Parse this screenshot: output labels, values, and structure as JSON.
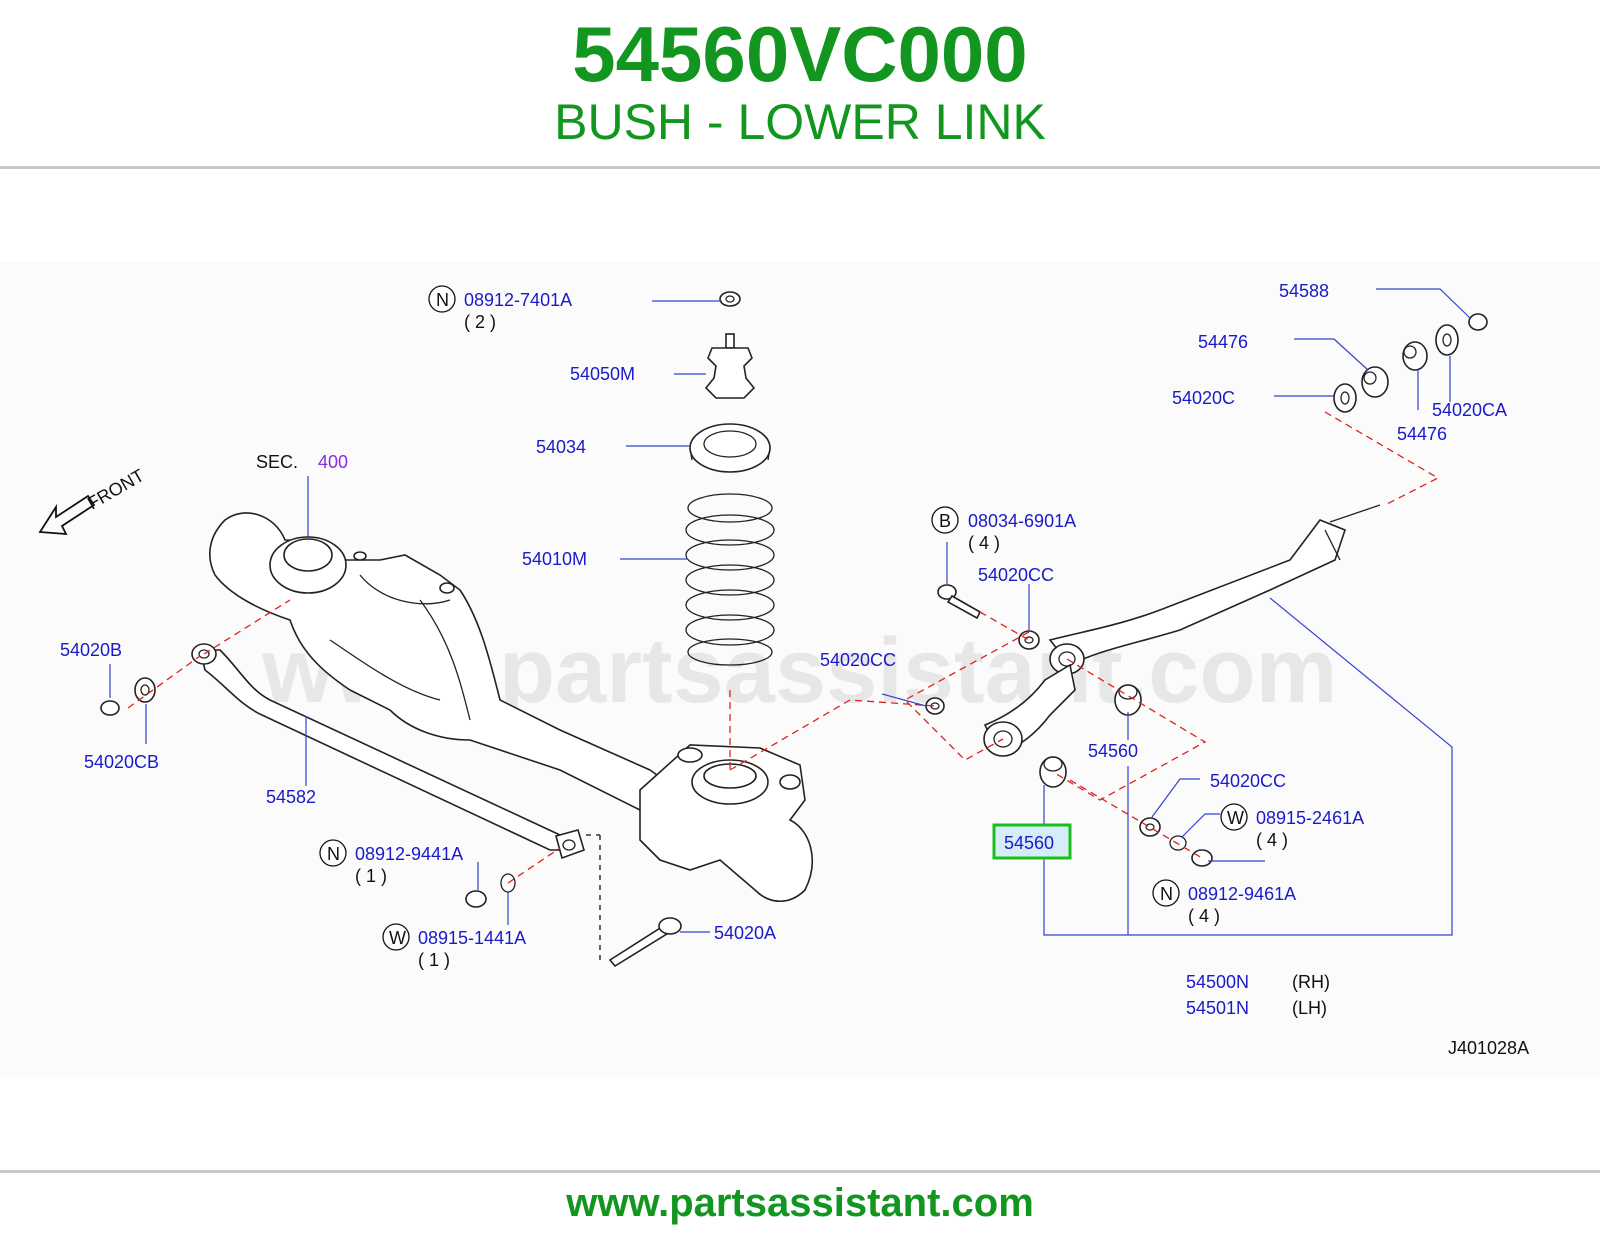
{
  "header": {
    "part_number": "54560VC000",
    "part_name": "BUSH - LOWER LINK"
  },
  "footer": {
    "url": "www.partsassistant.com"
  },
  "watermark": "www.partsassistant.com",
  "diagram_code": "J401028A",
  "front_label": "FRONT",
  "section_ref": {
    "prefix": "SEC.",
    "number": "400"
  },
  "callouts": {
    "c_08912_7401A": {
      "badge": "N",
      "code": "08912-7401A",
      "qty": "( 2 )"
    },
    "c_54050M": {
      "code": "54050M"
    },
    "c_54034": {
      "code": "54034"
    },
    "c_54010M": {
      "code": "54010M"
    },
    "c_54588": {
      "code": "54588"
    },
    "c_54476_top": {
      "code": "54476"
    },
    "c_54020C": {
      "code": "54020C"
    },
    "c_54020CA": {
      "code": "54020CA"
    },
    "c_54476_bottom": {
      "code": "54476"
    },
    "c_08034_6901A": {
      "badge": "B",
      "code": "08034-6901A",
      "qty": "( 4 )"
    },
    "c_54020CC_top": {
      "code": "54020CC"
    },
    "c_54020CC_mid": {
      "code": "54020CC"
    },
    "c_54560_right": {
      "code": "54560"
    },
    "c_54560_highlight": {
      "code": "54560"
    },
    "c_54020CC_bottom": {
      "code": "54020CC"
    },
    "c_08915_2461A": {
      "badge": "W",
      "code": "08915-2461A",
      "qty": "( 4 )"
    },
    "c_08912_9461A": {
      "badge": "N",
      "code": "08912-9461A",
      "qty": "( 4 )"
    },
    "c_54500N": {
      "code": "54500N",
      "side": "(RH)"
    },
    "c_54501N": {
      "code": "54501N",
      "side": "(LH)"
    },
    "c_54020B": {
      "code": "54020B"
    },
    "c_54020CB": {
      "code": "54020CB"
    },
    "c_54582": {
      "code": "54582"
    },
    "c_08912_9441A": {
      "badge": "N",
      "code": "08912-9441A",
      "qty": "( 1 )"
    },
    "c_08915_1441A": {
      "badge": "W",
      "code": "08915-1441A",
      "qty": "( 1 )"
    },
    "c_54020A": {
      "code": "54020A"
    }
  },
  "colors": {
    "title_green": "#12961f",
    "label_blue": "#1a1acc",
    "section_purple": "#8a2be2",
    "highlight_green": "#18c018",
    "dash_red": "#e02020"
  }
}
